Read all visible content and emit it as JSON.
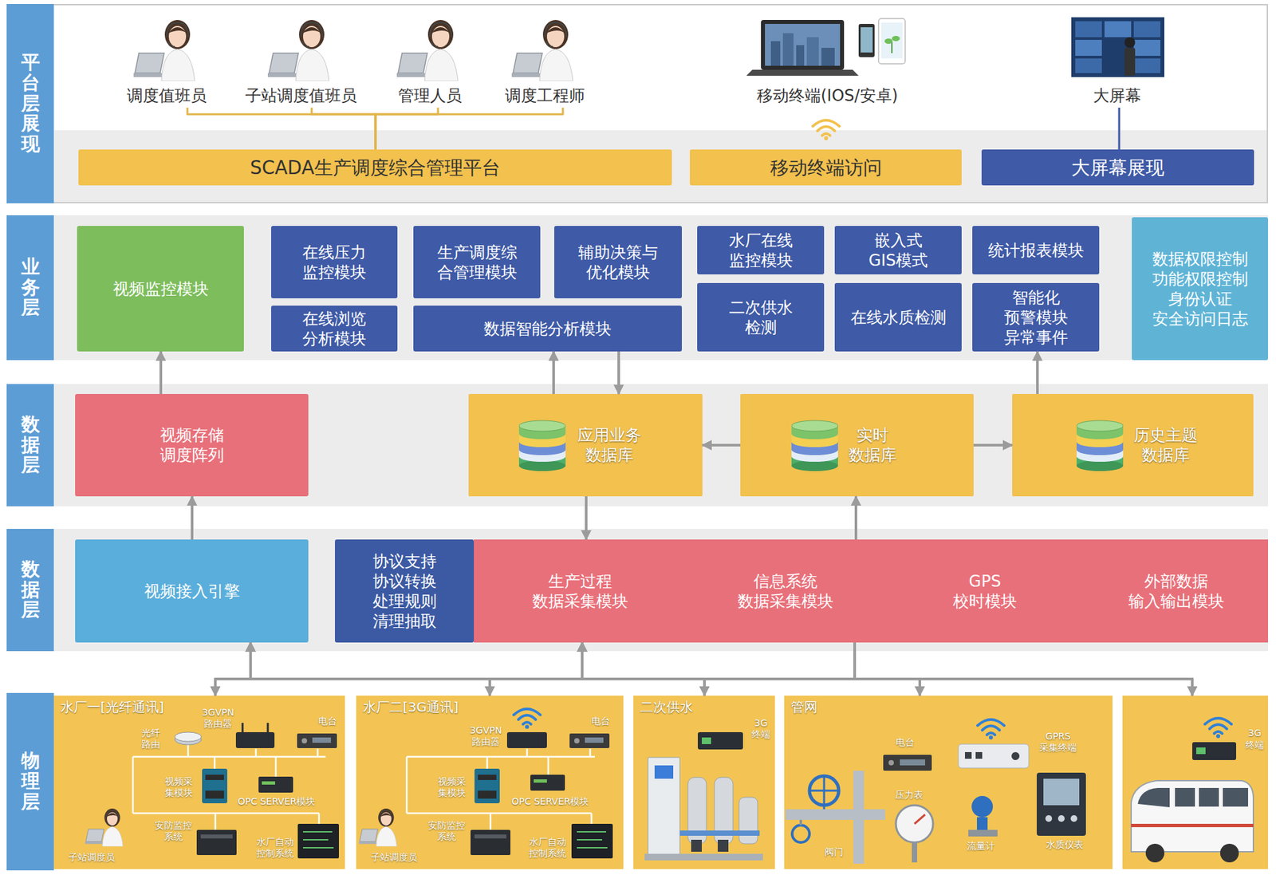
{
  "diagram": {
    "nodes": [
      {
        "text": [
          "平台层展现"
        ]
      },
      {
        "text": [
          "调度值班员"
        ],
        "in": 0
      },
      {
        "text": [
          "子站调度值班员"
        ],
        "in": 0
      },
      {
        "text": [
          "管理人员"
        ],
        "in": 0
      },
      {
        "text": [
          "调度工程师"
        ],
        "in": 0
      },
      {
        "text": [
          "移动终端(IOS/安卓)"
        ],
        "in": 0
      },
      {
        "text": [
          "大屏幕"
        ],
        "in": 0
      },
      {
        "text": [
          "SCADA生产调度综合管理平台"
        ],
        "in": 0
      },
      {
        "text": [
          "移动终端访问"
        ],
        "in": 0
      },
      {
        "text": [
          "大屏幕展现"
        ],
        "in": 0
      },
      {
        "text": [
          "业务层"
        ]
      },
      {
        "text": [
          "视频监控模块"
        ],
        "in": 10
      },
      {
        "text": [
          "在线压力 监控模块"
        ],
        "in": 10
      },
      {
        "text": [
          "在线浏览 分析模块"
        ],
        "in": 10
      },
      {
        "text": [
          "生产调度综 合管理模块"
        ],
        "in": 10
      },
      {
        "text": [
          "辅助决策与 优化模块"
        ],
        "in": 10
      },
      {
        "text": [
          "数据智能分析模块"
        ],
        "in": 10
      },
      {
        "text": [
          "水厂在线 监控模块"
        ],
        "in": 10
      },
      {
        "text": [
          "二次供水 检测"
        ],
        "in": 10
      },
      {
        "text": [
          "嵌入式 GIS模式"
        ],
        "in": 10
      },
      {
        "text": [
          "在线水质检测"
        ],
        "in": 10
      },
      {
        "text": [
          "统计报表模块"
        ],
        "in": 10
      },
      {
        "text": [
          "智能化 预警模块 异常事件"
        ],
        "in": 10
      },
      {
        "text": [
          "数据权限控制 功能权限控制 身份认证 安全访问日志"
        ],
        "in": 10
      },
      {
        "text": [
          "数据层"
        ]
      },
      {
        "text": [
          "视频存储 调度阵列"
        ],
        "in": 24
      },
      {
        "text": [
          "应用业务 数据库"
        ],
        "in": 24
      },
      {
        "text": [
          "实时 数据库"
        ],
        "in": 24
      },
      {
        "text": [
          "历史主题 数据库"
        ],
        "in": 24
      },
      {
        "text": [
          "数据层"
        ]
      },
      {
        "text": [
          "视频接入引擎"
        ],
        "in": 29
      },
      {
        "text": [
          "协议支持 协议转换 处理规则 清理抽取"
        ],
        "in": 29
      },
      {
        "text": [
          "生产过程 数据采集模块"
        ],
        "in": 29
      },
      {
        "text": [
          "信息系统 数据采集模块"
        ],
        "in": 29
      },
      {
        "text": [
          "GPS 校时模块"
        ],
        "in": 29
      },
      {
        "text": [
          "外部数据 输入输出模块"
        ],
        "in": 29
      },
      {
        "text": [
          "物理层"
        ]
      },
      {
        "text": [
          "水厂一[光纤通讯]"
        ],
        "in": 36
      },
      {
        "text": [
          "水厂二[3G通讯]"
        ],
        "in": 36
      },
      {
        "text": [
          "二次供水"
        ],
        "in": 36
      },
      {
        "text": [
          "管网"
        ],
        "in": 36
      },
      {
        "text": [
          "3G 终端"
        ],
        "in": 36
      }
    ],
    "edges": [
      {
        "from": 1,
        "to": 7,
        "arrow": "none"
      },
      {
        "from": 2,
        "to": 7,
        "arrow": "none"
      },
      {
        "from": 3,
        "to": 7,
        "arrow": "none"
      },
      {
        "from": 4,
        "to": 7,
        "arrow": "none"
      },
      {
        "from": 6,
        "to": 9,
        "arrow": "none"
      },
      {
        "from": 25,
        "to": 11,
        "arrow": "to"
      },
      {
        "from": 26,
        "to": 16,
        "arrow": "to"
      },
      {
        "from": 16,
        "to": 26,
        "arrow": "to"
      },
      {
        "from": 28,
        "to": 22,
        "arrow": "to"
      },
      {
        "from": 27,
        "to": 26,
        "arrow": "to"
      },
      {
        "from": 27,
        "to": 28,
        "arrow": "to"
      },
      {
        "from": 30,
        "to": 25,
        "arrow": "to"
      },
      {
        "from": 26,
        "to": 32,
        "arrow": "to"
      },
      {
        "from": 33,
        "to": 27,
        "arrow": "to"
      },
      {
        "from": 37,
        "to": 30,
        "arrow": "to"
      },
      {
        "from": 38,
        "to": 30,
        "arrow": "to"
      },
      {
        "from": 39,
        "to": 30,
        "arrow": "to"
      },
      {
        "from": 40,
        "to": 30,
        "arrow": "to"
      },
      {
        "from": 41,
        "to": 30,
        "arrow": "to"
      },
      {
        "from": 37,
        "to": 32,
        "arrow": "to"
      },
      {
        "from": 38,
        "to": 32,
        "arrow": "to"
      },
      {
        "from": 39,
        "to": 32,
        "arrow": "to"
      },
      {
        "from": 40,
        "to": 32,
        "arrow": "to"
      },
      {
        "from": 41,
        "to": 32,
        "arrow": "to"
      },
      {
        "from": 33,
        "to": 37,
        "arrow": "to"
      },
      {
        "from": 33,
        "to": 38,
        "arrow": "to"
      },
      {
        "from": 33,
        "to": 39,
        "arrow": "to"
      },
      {
        "from": 33,
        "to": 40,
        "arrow": "to"
      },
      {
        "from": 33,
        "to": 41,
        "arrow": "to"
      }
    ],
    "labels": [
      "光纤 路由",
      "3GVPN 路由器",
      "电台",
      "视频采 集模块",
      "OPC SERVER模块",
      "安防监控 系统",
      "水厂自动 控制系统",
      "子站调度员",
      "3GVPN 路由器",
      "电台",
      "视频采 集模块",
      "OPC SERVER模块",
      "安防监控 系统",
      "水厂自动 控制系统",
      "子站调度员",
      "3G 终端",
      "电台",
      "GPRS 采集终端",
      "压力表",
      "阀门",
      "流量计",
      "水质仪表"
    ]
  }
}
